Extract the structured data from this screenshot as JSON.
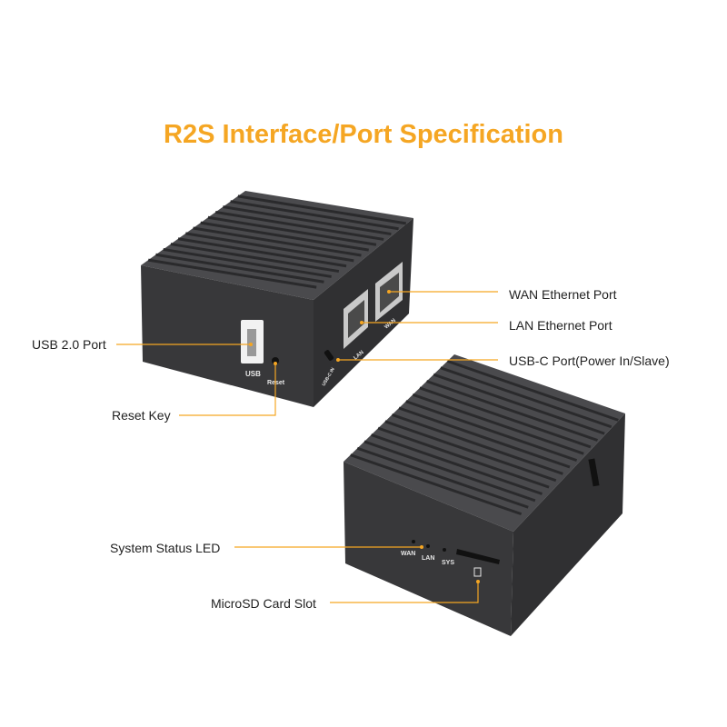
{
  "title": "R2S Interface/Port Specification",
  "colors": {
    "accent": "#F5A623",
    "body": "#3a3a3c",
    "body_top": "#4a4a4d",
    "text": "#222222"
  },
  "callouts": {
    "wan_port": "WAN Ethernet Port",
    "lan_port": "LAN Ethernet Port",
    "usbc_port": "USB-C Port(Power In/Slave)",
    "usb2_port": "USB 2.0 Port",
    "reset_key": "Reset Key",
    "status_led": "System Status LED",
    "microsd_slot": "MicroSD Card Slot"
  },
  "silkscreen": {
    "usb": "USB",
    "reset": "Reset",
    "lan": "LAN",
    "wan": "WAN",
    "usb_c": "USB-C IN",
    "led_wan": "WAN",
    "led_lan": "LAN",
    "led_sys": "SYS"
  }
}
